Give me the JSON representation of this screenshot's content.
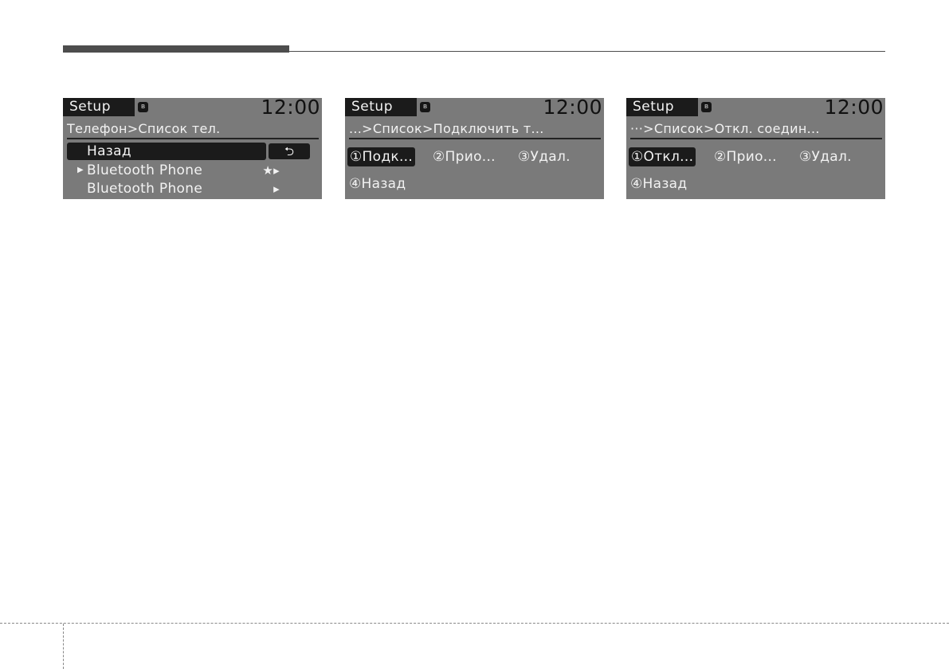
{
  "screens": [
    {
      "tag": "Setup",
      "bt_icon": "bluetooth-icon",
      "time": "12:00",
      "breadcrumb": "Телефон>Список тел.",
      "items": [
        {
          "label": "Назад",
          "right": "⮌"
        },
        {
          "label": "Bluetooth Phone",
          "right": "★▸"
        },
        {
          "label": "Bluetooth Phone",
          "right": "▸"
        }
      ]
    },
    {
      "tag": "Setup",
      "bt_icon": "bluetooth-icon",
      "time": "12:00",
      "breadcrumb": "...>Список>Подключить т...",
      "options": [
        "①Подк...",
        "②Прио...",
        "③Удал.",
        "④Назад"
      ]
    },
    {
      "tag": "Setup",
      "bt_icon": "bluetooth-icon",
      "time": "12:00",
      "breadcrumb": "···>Список>Откл. соедин...",
      "options": [
        "①Откл...",
        "②Прио...",
        "③Удал.",
        "④Назад"
      ]
    }
  ],
  "colors": {
    "screen_bg": "#7a7a7a",
    "highlight": "#1b1b1b",
    "text": "#f2f2f2"
  }
}
